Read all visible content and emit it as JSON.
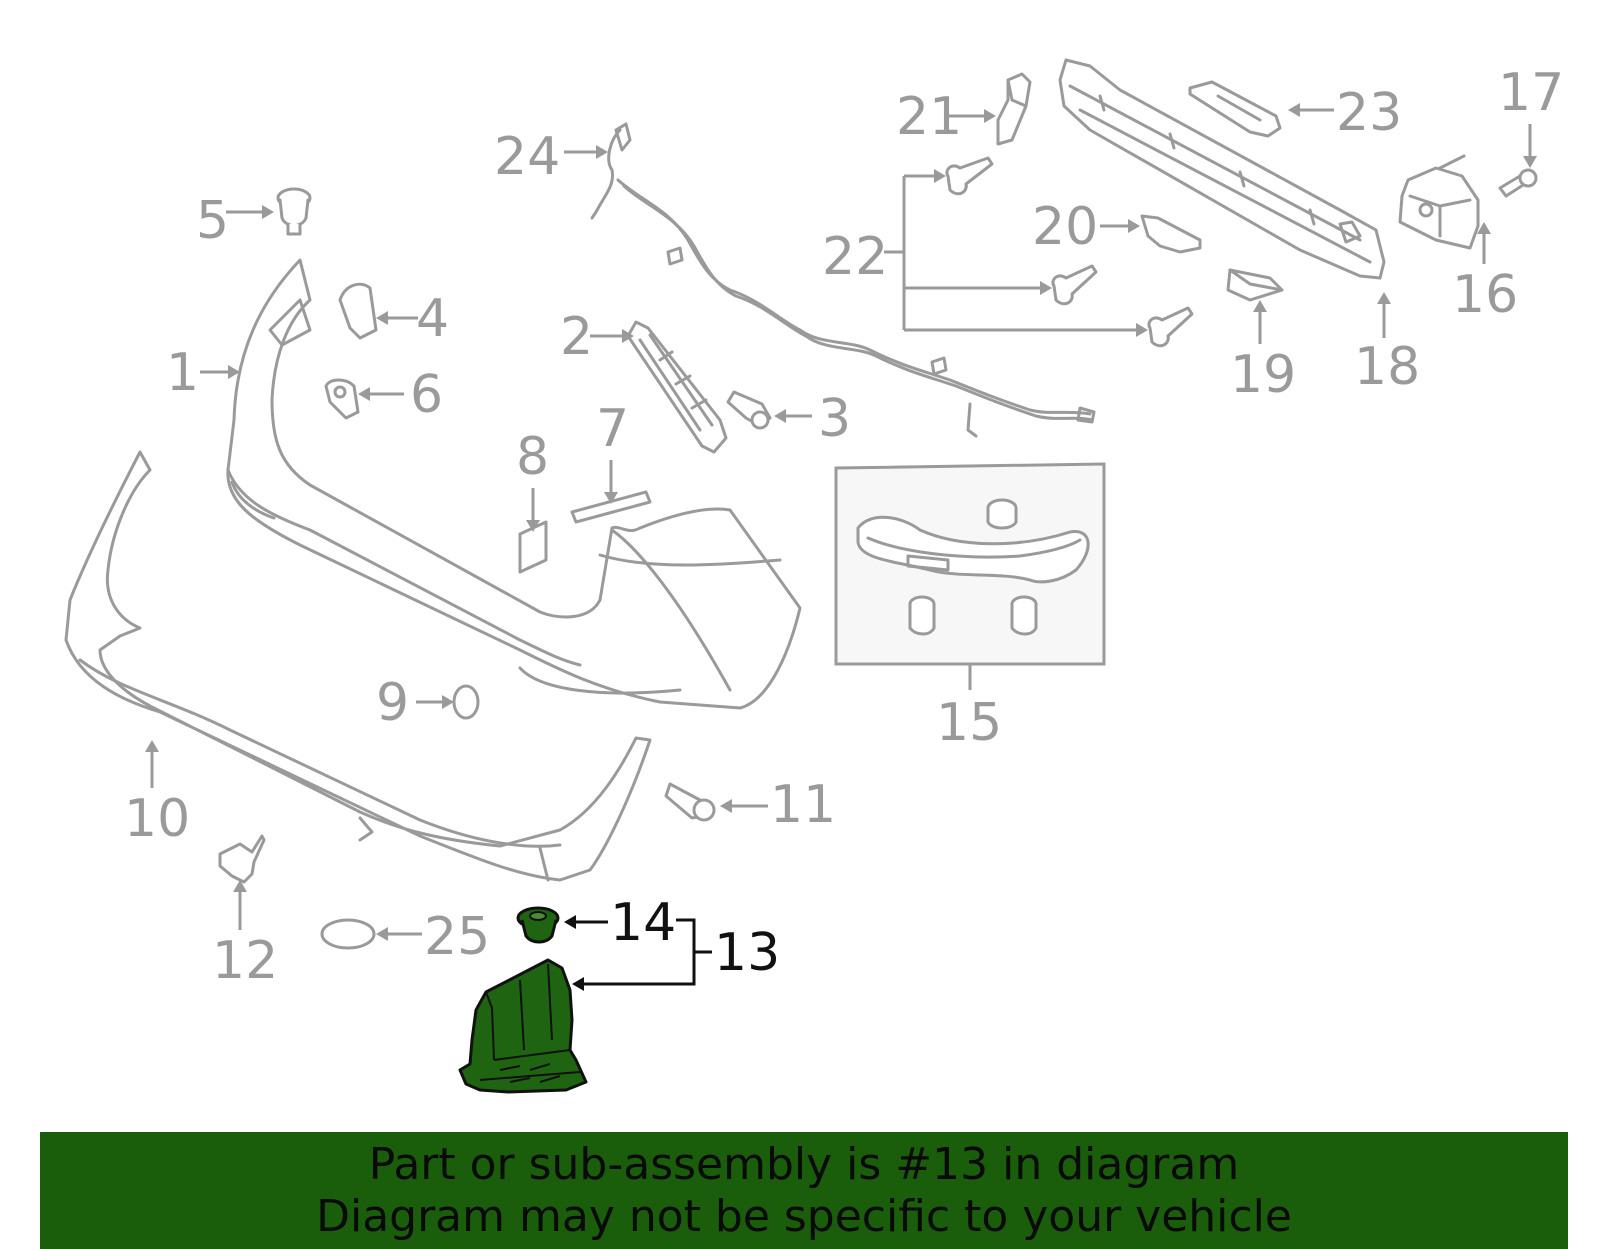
{
  "labels": {
    "n1": "1",
    "n2": "2",
    "n3": "3",
    "n4": "4",
    "n5": "5",
    "n6": "6",
    "n7": "7",
    "n8": "8",
    "n9": "9",
    "n10": "10",
    "n11": "11",
    "n12": "12",
    "n13": "13",
    "n14": "14",
    "n15": "15",
    "n16": "16",
    "n17": "17",
    "n18": "18",
    "n19": "19",
    "n20": "20",
    "n21": "21",
    "n22": "22",
    "n23": "23",
    "n24": "24",
    "n25": "25"
  },
  "highlight": {
    "part": "13",
    "subpart": "14"
  },
  "colors": {
    "line": "#9a9a9a",
    "highlight_fill": "#1f6410",
    "highlight_label": "#111111",
    "banner_bg": "#1a5e0c"
  },
  "banner": {
    "line1": "Part or sub-assembly is #13 in diagram",
    "line2": "Diagram may not be specific to your vehicle"
  }
}
